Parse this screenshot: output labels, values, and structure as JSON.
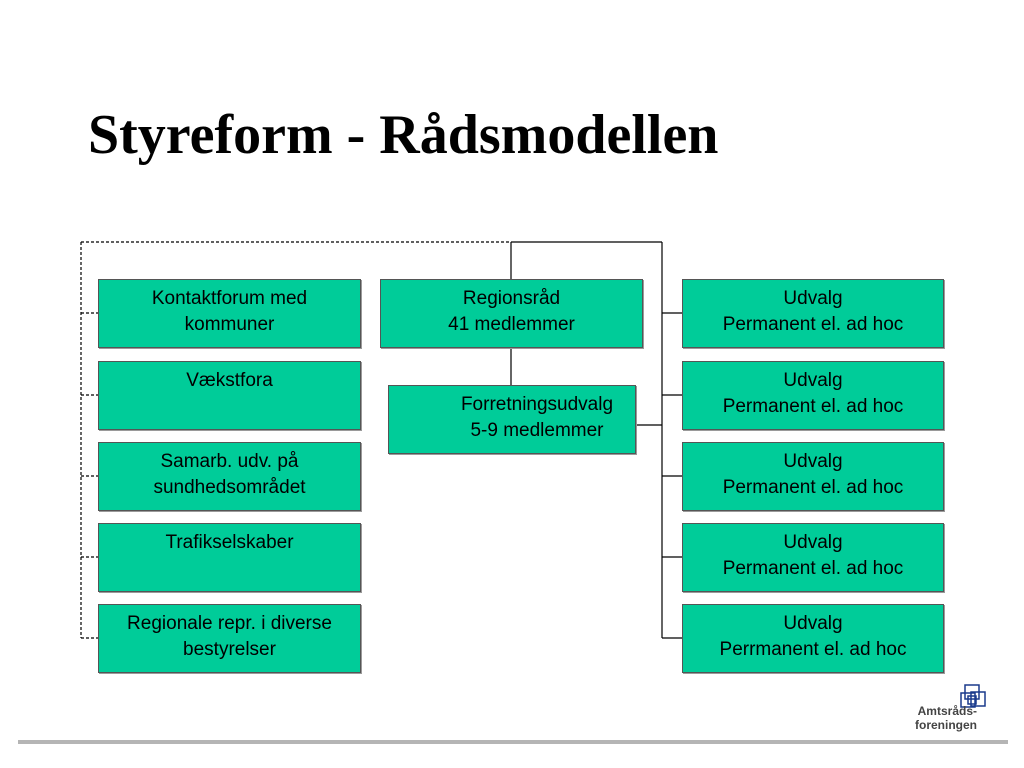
{
  "slide": {
    "title": "Styreform - Rådsmodellen"
  },
  "diagram": {
    "left_boxes": [
      {
        "line1": "Kontaktforum med",
        "line2": "kommuner"
      },
      {
        "line1": "Vækstfora",
        "line2": ""
      },
      {
        "line1": "Samarb. udv. på",
        "line2": "sundhedsområdet"
      },
      {
        "line1": "Trafikselskaber",
        "line2": ""
      },
      {
        "line1": "Regionale repr. i diverse",
        "line2": "bestyrelser"
      }
    ],
    "regionsraad": {
      "line1": "Regionsråd",
      "line2": "41 medlemmer"
    },
    "forretningsudvalg": {
      "line1": "Forretningsudvalg",
      "line2": "5-9 medlemmer"
    },
    "right_boxes": [
      {
        "line1": "Udvalg",
        "line2": "Permanent el. ad hoc"
      },
      {
        "line1": "Udvalg",
        "line2": "Permanent el. ad hoc"
      },
      {
        "line1": "Udvalg",
        "line2": "Permanent el. ad hoc"
      },
      {
        "line1": "Udvalg",
        "line2": "Permanent el. ad hoc"
      },
      {
        "line1": "Udvalg",
        "line2": "Perrmanent el. ad hoc"
      }
    ]
  },
  "logo": {
    "line1": "Amtsråds-",
    "line2": "foreningen",
    "color": "#1a3a8c"
  },
  "colors": {
    "box_fill": "#00cc99"
  }
}
